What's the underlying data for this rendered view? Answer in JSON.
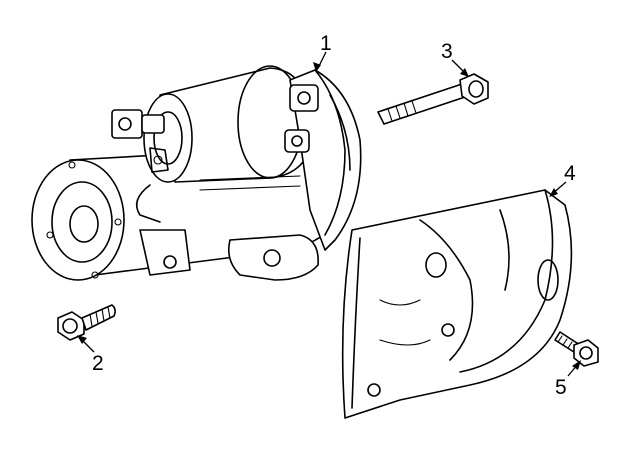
{
  "callouts": [
    {
      "id": "1",
      "label": "1"
    },
    {
      "id": "2",
      "label": "2"
    },
    {
      "id": "3",
      "label": "3"
    },
    {
      "id": "4",
      "label": "4"
    },
    {
      "id": "5",
      "label": "5"
    }
  ],
  "parts": [
    {
      "callout": "1",
      "icon": "starter-motor-icon"
    },
    {
      "callout": "2",
      "icon": "mounting-bolt-icon"
    },
    {
      "callout": "3",
      "icon": "long-bolt-icon"
    },
    {
      "callout": "4",
      "icon": "heat-shield-icon"
    },
    {
      "callout": "5",
      "icon": "shield-bolt-icon"
    }
  ]
}
